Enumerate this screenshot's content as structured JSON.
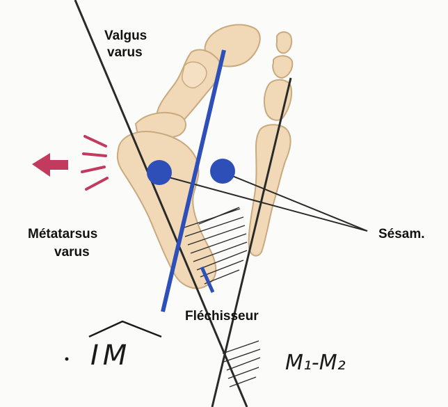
{
  "labels": {
    "valgus_line1": "Valgus",
    "valgus_line2": "varus",
    "metatarsus_line1": "Métatarsus",
    "metatarsus_line2": "varus",
    "sesam": "Sésam.",
    "flechisseur": "Fléchisseur"
  },
  "handwritten": {
    "im": "IM",
    "m1_m2": "M₁-M₂"
  },
  "colors": {
    "bone_fill": "#f1d8b6",
    "bone_stroke": "#c9a97e",
    "blue_axis": "#2e4fb8",
    "arrow_magenta": "#c23a5e",
    "line_dark": "#2a2a2a"
  }
}
